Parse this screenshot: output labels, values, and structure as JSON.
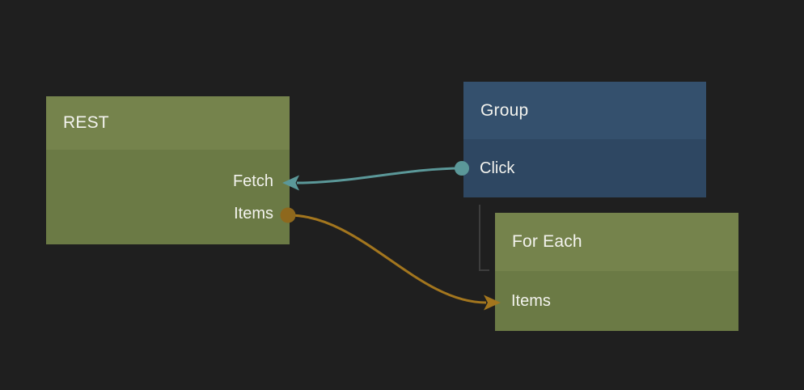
{
  "canvas": {
    "background_color": "#1f1f1f",
    "text_color": "#f3f3ee"
  },
  "nodes": {
    "rest": {
      "title": "REST",
      "header_color": "#75834c",
      "body_color": "#6b7a45",
      "ports": [
        {
          "label": "Fetch",
          "side": "right",
          "connector": "arrow-in",
          "connector_color": "#5b9899"
        },
        {
          "label": "Items",
          "side": "right",
          "connector": "circle-out",
          "connector_color": "#8e681d"
        }
      ]
    },
    "group": {
      "title": "Group",
      "header_color": "#34506d",
      "body_color": "#2e4762",
      "ports": [
        {
          "label": "Click",
          "side": "left",
          "connector": "circle-out",
          "connector_color": "#5b9899"
        }
      ]
    },
    "foreach": {
      "title": "For Each",
      "header_color": "#75834c",
      "body_color": "#6b7a45",
      "ports": [
        {
          "label": "Items",
          "side": "left",
          "connector": "arrow-in",
          "connector_color": "#a3761e"
        }
      ]
    }
  },
  "edges": [
    {
      "from": "Group.Click",
      "to": "REST.Fetch",
      "color": "#5b9899"
    },
    {
      "from": "REST.Items",
      "to": "ForEach.Items",
      "color": "#a3761e"
    }
  ],
  "group_child_link": {
    "from": "Group",
    "to": "For Each",
    "color": "#3d3d3d"
  }
}
